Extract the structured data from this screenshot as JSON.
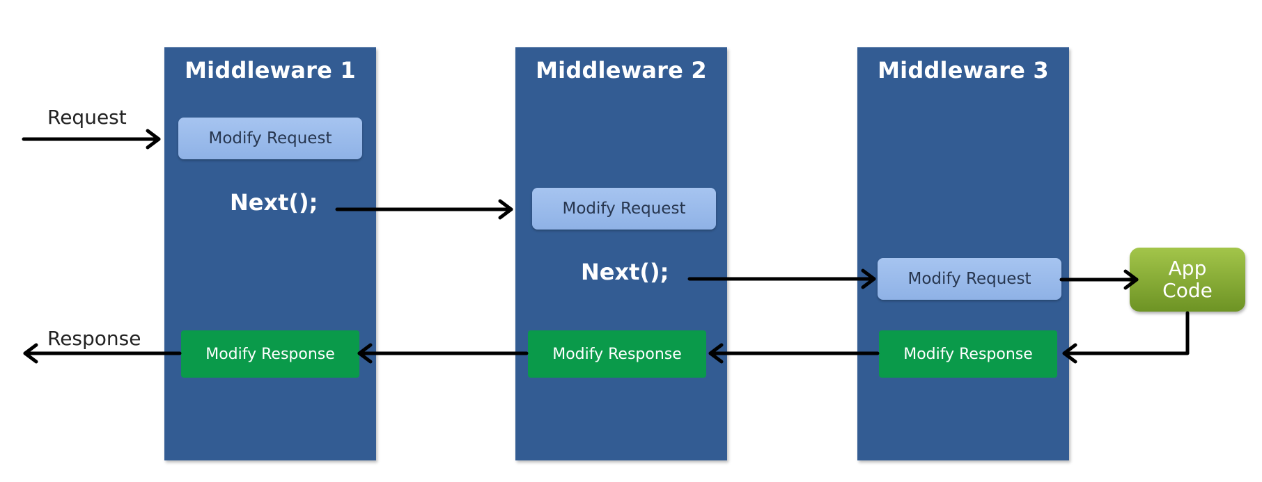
{
  "middlewares": [
    {
      "title": "Middleware 1",
      "request_label": "Modify Request",
      "next_label": "Next();",
      "response_label": "Modify Response"
    },
    {
      "title": "Middleware 2",
      "request_label": "Modify Request",
      "next_label": "Next();",
      "response_label": "Modify Response"
    },
    {
      "title": "Middleware 3",
      "request_label": "Modify Request",
      "response_label": "Modify Response"
    }
  ],
  "app_code": {
    "line1": "App",
    "line2": "Code"
  },
  "request_label": "Request",
  "response_label": "Response",
  "colors": {
    "column": "#335c93",
    "request_box": "#99b9ea",
    "response_box": "#0a9a4a",
    "app_code": "#86ad35"
  }
}
